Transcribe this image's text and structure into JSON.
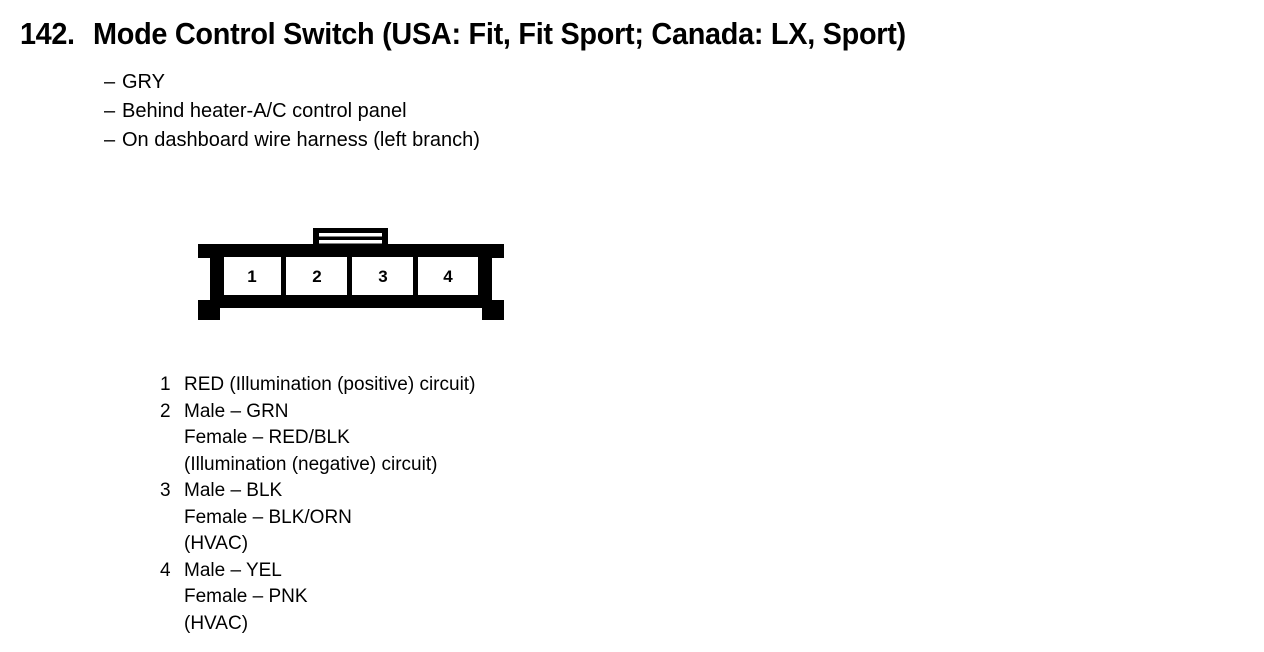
{
  "page": {
    "section_number": "142.",
    "title": "Mode Control Switch (USA: Fit, Fit Sport; Canada: LX, Sport)",
    "ink_color": "#000000",
    "background_color": "#ffffff"
  },
  "notes": {
    "dash": "–",
    "items": [
      {
        "text": "GRY"
      },
      {
        "text": "Behind heater-A/C control panel"
      },
      {
        "text": "On dashboard wire harness (left branch)"
      }
    ]
  },
  "connector": {
    "name": "4-cavity connector face view",
    "cavity_count": 4,
    "cavities": [
      {
        "number": "1"
      },
      {
        "number": "2"
      },
      {
        "number": "3"
      },
      {
        "number": "4"
      }
    ],
    "lock_tab": {
      "name": "locking-tab",
      "slots": 2
    }
  },
  "legend": {
    "entries": [
      {
        "number": "1",
        "lines": [
          "RED (Illumination (positive) circuit)"
        ]
      },
      {
        "number": "2",
        "lines": [
          "Male – GRN",
          "Female – RED/BLK",
          "(Illumination (negative) circuit)"
        ]
      },
      {
        "number": "3",
        "lines": [
          "Male – BLK",
          "Female – BLK/ORN",
          "(HVAC)"
        ]
      },
      {
        "number": "4",
        "lines": [
          "Male – YEL",
          "Female – PNK",
          "(HVAC)"
        ]
      }
    ]
  }
}
